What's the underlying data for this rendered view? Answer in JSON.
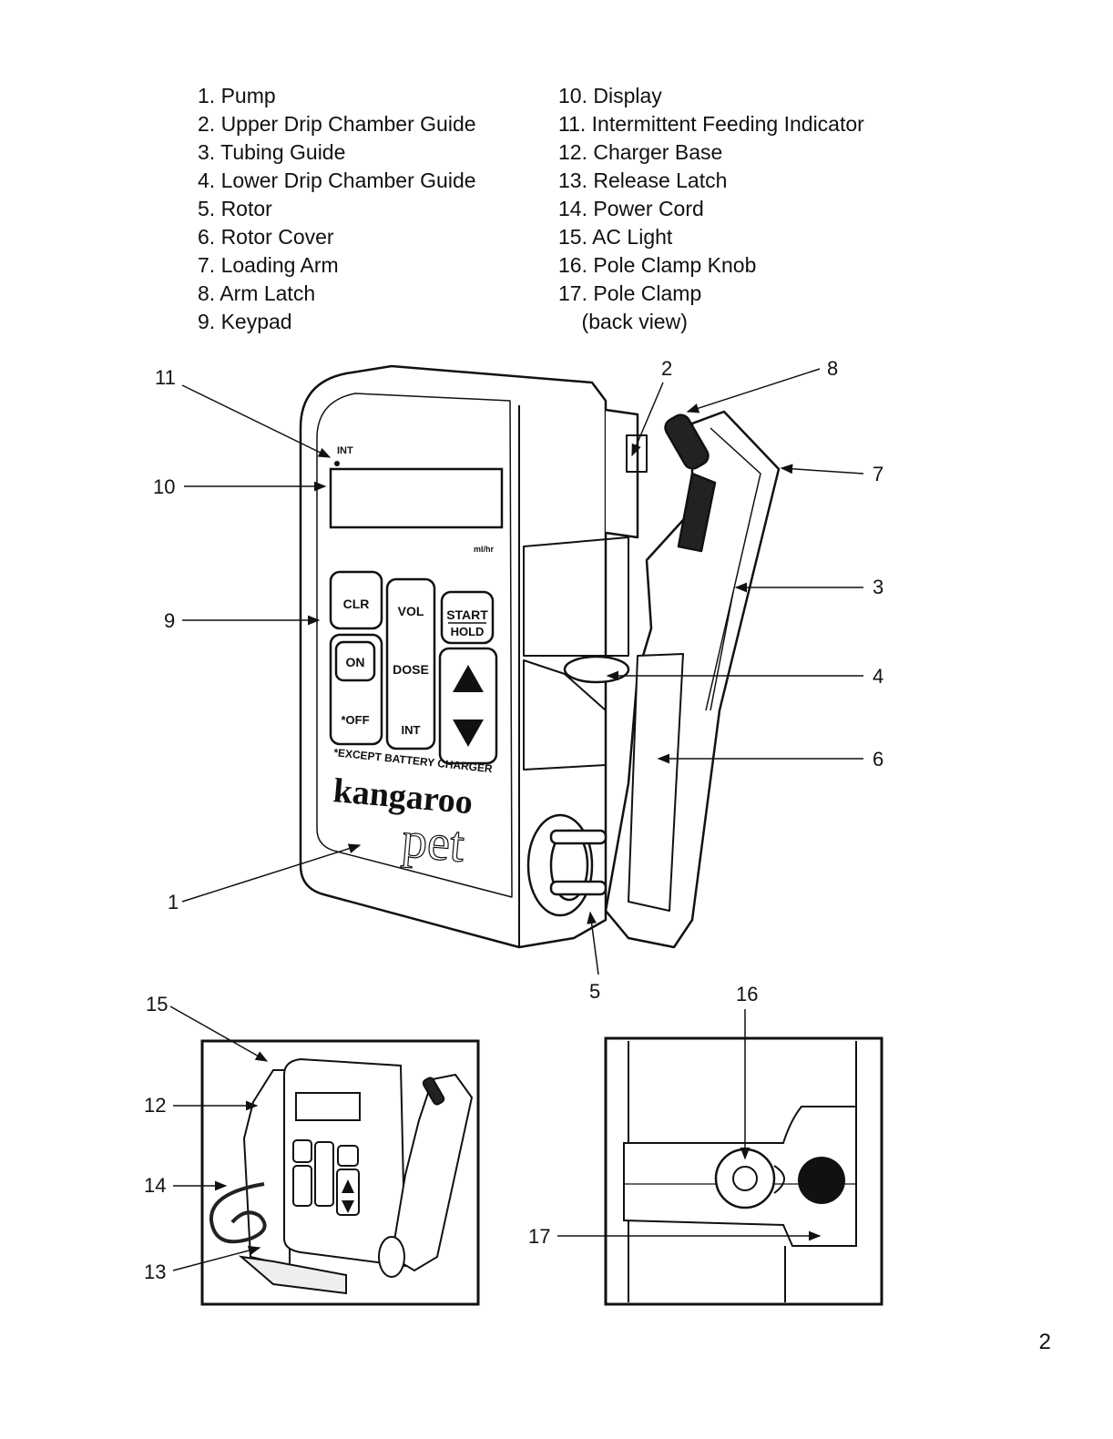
{
  "legend": {
    "left": [
      "1. Pump",
      "2. Upper Drip Chamber Guide",
      "3. Tubing Guide",
      "4. Lower Drip Chamber Guide",
      "5. Rotor",
      "6. Rotor Cover",
      "7. Loading Arm",
      "8. Arm Latch",
      "9. Keypad"
    ],
    "right": [
      "10. Display",
      "11. Intermittent Feeding Indicator",
      "12. Charger Base",
      "13. Release Latch",
      "14. Power Cord",
      "15. AC Light",
      "16. Pole Clamp Knob",
      "17. Pole Clamp",
      "    (back view)"
    ]
  },
  "callouts": {
    "c1": "1",
    "c2": "2",
    "c3": "3",
    "c4": "4",
    "c5": "5",
    "c6": "6",
    "c7": "7",
    "c8": "8",
    "c9": "9",
    "c10": "10",
    "c11": "11",
    "c12": "12",
    "c13": "13",
    "c14": "14",
    "c15": "15",
    "c16": "16",
    "c17": "17"
  },
  "device": {
    "int_label": "INT",
    "unit_label": "ml/hr",
    "keys": {
      "clr": "CLR",
      "vol": "VOL",
      "start": "START",
      "hold": "HOLD",
      "on": "ON",
      "dose": "DOSE",
      "off": "*OFF",
      "int": "INT"
    },
    "note": "*EXCEPT BATTERY CHARGER",
    "brand": "kangaroo",
    "model": "pet"
  },
  "page_number": "2"
}
